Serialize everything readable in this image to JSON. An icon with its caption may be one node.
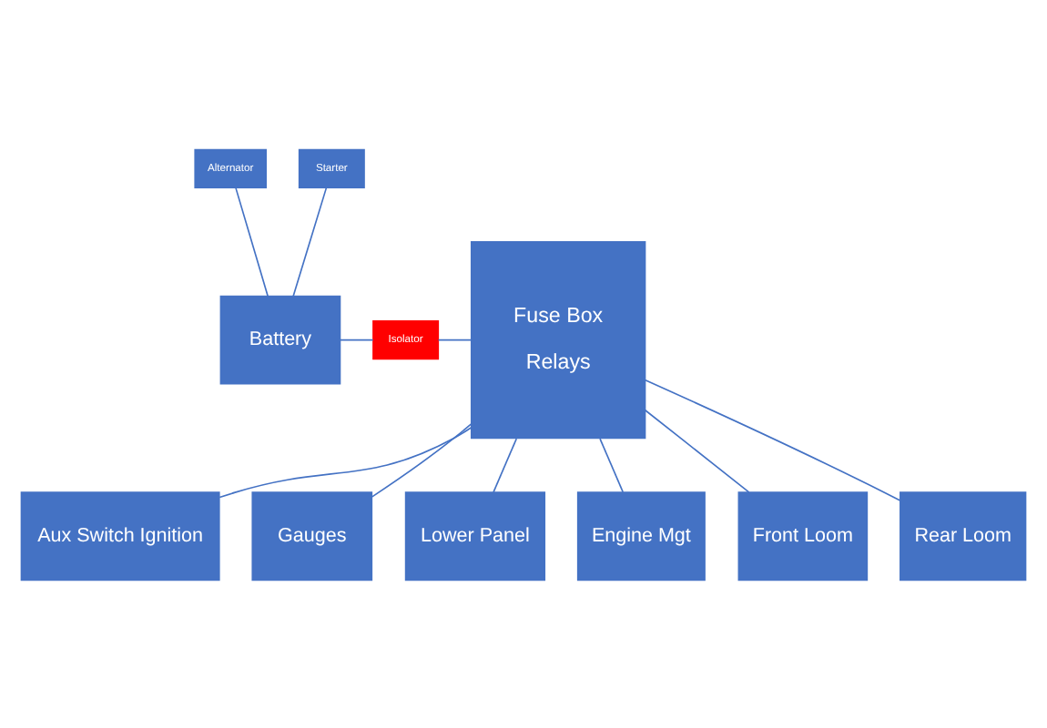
{
  "diagram": {
    "nodes": [
      {
        "text": [
          "Alternator"
        ]
      },
      {
        "text": [
          "Starter"
        ]
      },
      {
        "text": [
          "Battery"
        ]
      },
      {
        "text": [
          "Isolator"
        ]
      },
      {
        "text": [
          "Fuse Box",
          "Relays"
        ]
      },
      {
        "text": [
          "Aux Switch Ignition"
        ]
      },
      {
        "text": [
          "Gauges"
        ]
      },
      {
        "text": [
          "Lower Panel"
        ]
      },
      {
        "text": [
          "Engine Mgt"
        ]
      },
      {
        "text": [
          "Front Loom"
        ]
      },
      {
        "text": [
          "Rear Loom"
        ]
      }
    ],
    "edges": [
      {
        "from": 0,
        "to": 2,
        "arrow": "none"
      },
      {
        "from": 1,
        "to": 2,
        "arrow": "none"
      },
      {
        "from": 2,
        "to": 3,
        "arrow": "none"
      },
      {
        "from": 3,
        "to": 4,
        "arrow": "none"
      },
      {
        "from": 4,
        "to": 5,
        "arrow": "none"
      },
      {
        "from": 4,
        "to": 6,
        "arrow": "none"
      },
      {
        "from": 4,
        "to": 7,
        "arrow": "none"
      },
      {
        "from": 4,
        "to": 8,
        "arrow": "none"
      },
      {
        "from": 4,
        "to": 9,
        "arrow": "none"
      },
      {
        "from": 4,
        "to": 10,
        "arrow": "none"
      }
    ]
  }
}
